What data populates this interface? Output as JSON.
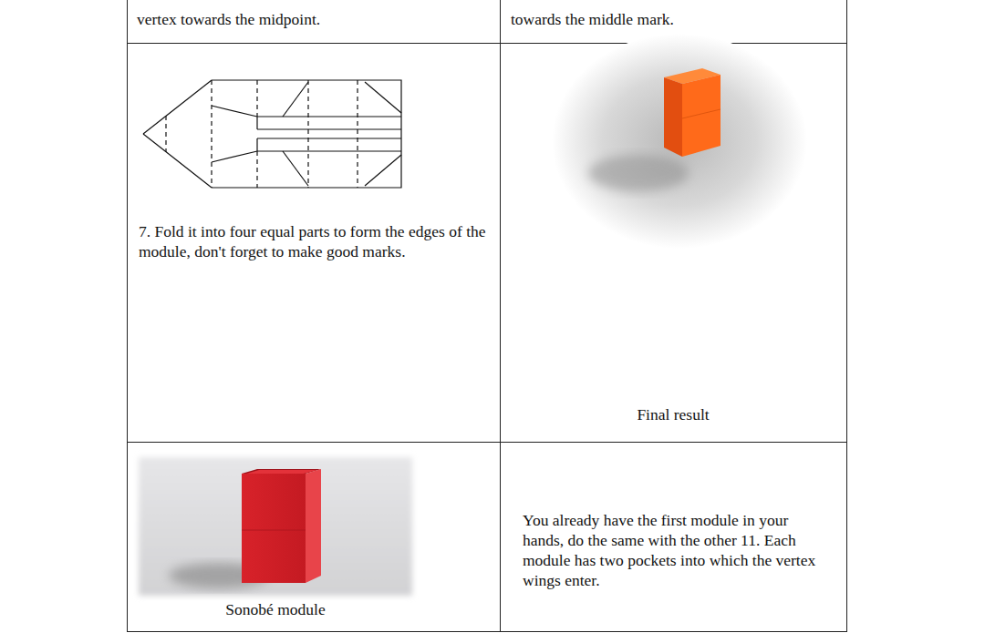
{
  "diagram": {
    "labels": [
      "vertex towards the midpoint.",
      "towards the middle mark.",
      "7. Fold it into four equal parts to form the edges of the module, don't forget to make good marks.",
      "Final result",
      "Sonobé module",
      "You already have the first module in your hands, do the same with the other 11. Each module has two pockets into which the vertex wings enter."
    ]
  }
}
